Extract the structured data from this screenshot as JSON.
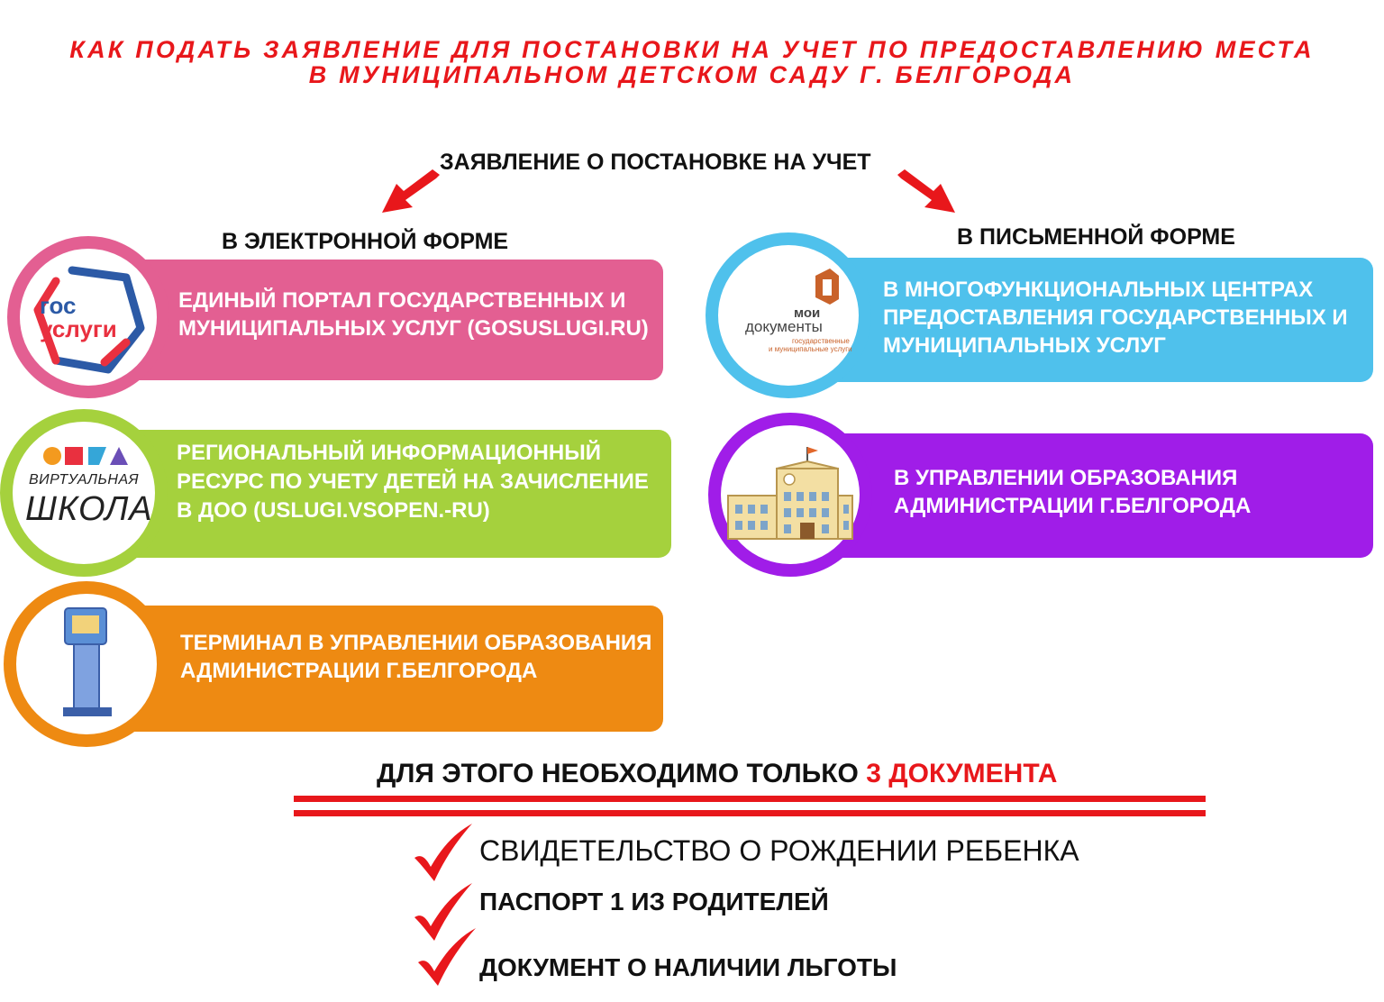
{
  "title": {
    "line1": "КАК ПОДАТЬ ЗАЯВЛЕНИЕ ДЛЯ ПОСТАНОВКИ НА УЧЕТ ПО ПРЕДОСТАВЛЕНИЮ МЕСТА",
    "line2": "В МУНИЦИПАЛЬНОМ ДЕТСКОМ САДУ Г. БЕЛГОРОДА"
  },
  "root_heading": "ЗАЯВЛЕНИЕ О ПОСТАНОВКЕ НА УЧЕТ",
  "left": {
    "heading": "В ЭЛЕКТРОННОЙ ФОРМЕ",
    "items": [
      {
        "icon": "gosuslugi-logo",
        "logo_line1": "гос",
        "logo_line2": "услуги",
        "color": "#e35f92",
        "text": "ЕДИНЫЙ ПОРТАЛ ГОСУДАРСТВЕННЫХ И МУНИЦИПАЛЬНЫХ УСЛУГ (GOSUSLUGI.RU)"
      },
      {
        "icon": "virtual-school-logo",
        "logo_line1": "ВИРТУАЛЬНАЯ",
        "logo_line2": "ШКОЛА",
        "color": "#a5d13d",
        "text": "РЕГИОНАЛЬНЫЙ ИНФОРМАЦИОННЫЙ РЕСУРС ПО УЧЕТУ ДЕТЕЙ НА ЗАЧИСЛЕНИЕ В ДОО  (USLUGI.VSOPEN.-RU)"
      },
      {
        "icon": "terminal-icon",
        "color": "#ee8a12",
        "text": "ТЕРМИНАЛ В УПРАВЛЕНИИ ОБРАЗОВАНИЯ АДМИНИСТРАЦИИ Г.БЕЛГОРОДА"
      }
    ]
  },
  "right": {
    "heading": "В ПИСЬМЕННОЙ ФОРМЕ",
    "items": [
      {
        "icon": "moi-dokumenty-logo",
        "logo_line1": "мои",
        "logo_line2": "документы",
        "logo_sub1": "государственные",
        "logo_sub2": "и муниципальные услуги",
        "color": "#4fc1ec",
        "text": "В МНОГОФУНКЦИОНАЛЬНЫХ ЦЕНТРАХ ПРЕДОСТАВЛЕНИЯ ГОСУДАРСТВЕННЫХ И МУНИЦИПАЛЬНЫХ УСЛУГ"
      },
      {
        "icon": "school-building-icon",
        "color": "#a01de8",
        "text": "В УПРАВЛЕНИИ ОБРАЗОВАНИЯ АДМИНИСТРАЦИИ Г.БЕЛГОРОДА"
      }
    ]
  },
  "docs": {
    "heading_prefix": "ДЛЯ ЭТОГО НЕОБХОДИМО ТОЛЬКО ",
    "heading_highlight": "3 ДОКУМЕНТА",
    "items": [
      "СВИДЕТЕЛЬСТВО О РОЖДЕНИИ РЕБЕНКА",
      "ПАСПОРТ 1 ИЗ РОДИТЕЛЕЙ",
      "ДОКУМЕНТ О НАЛИЧИИ  ЛЬГОТЫ"
    ]
  },
  "colors": {
    "accent_red": "#e8171b",
    "text_dark": "#111111"
  }
}
